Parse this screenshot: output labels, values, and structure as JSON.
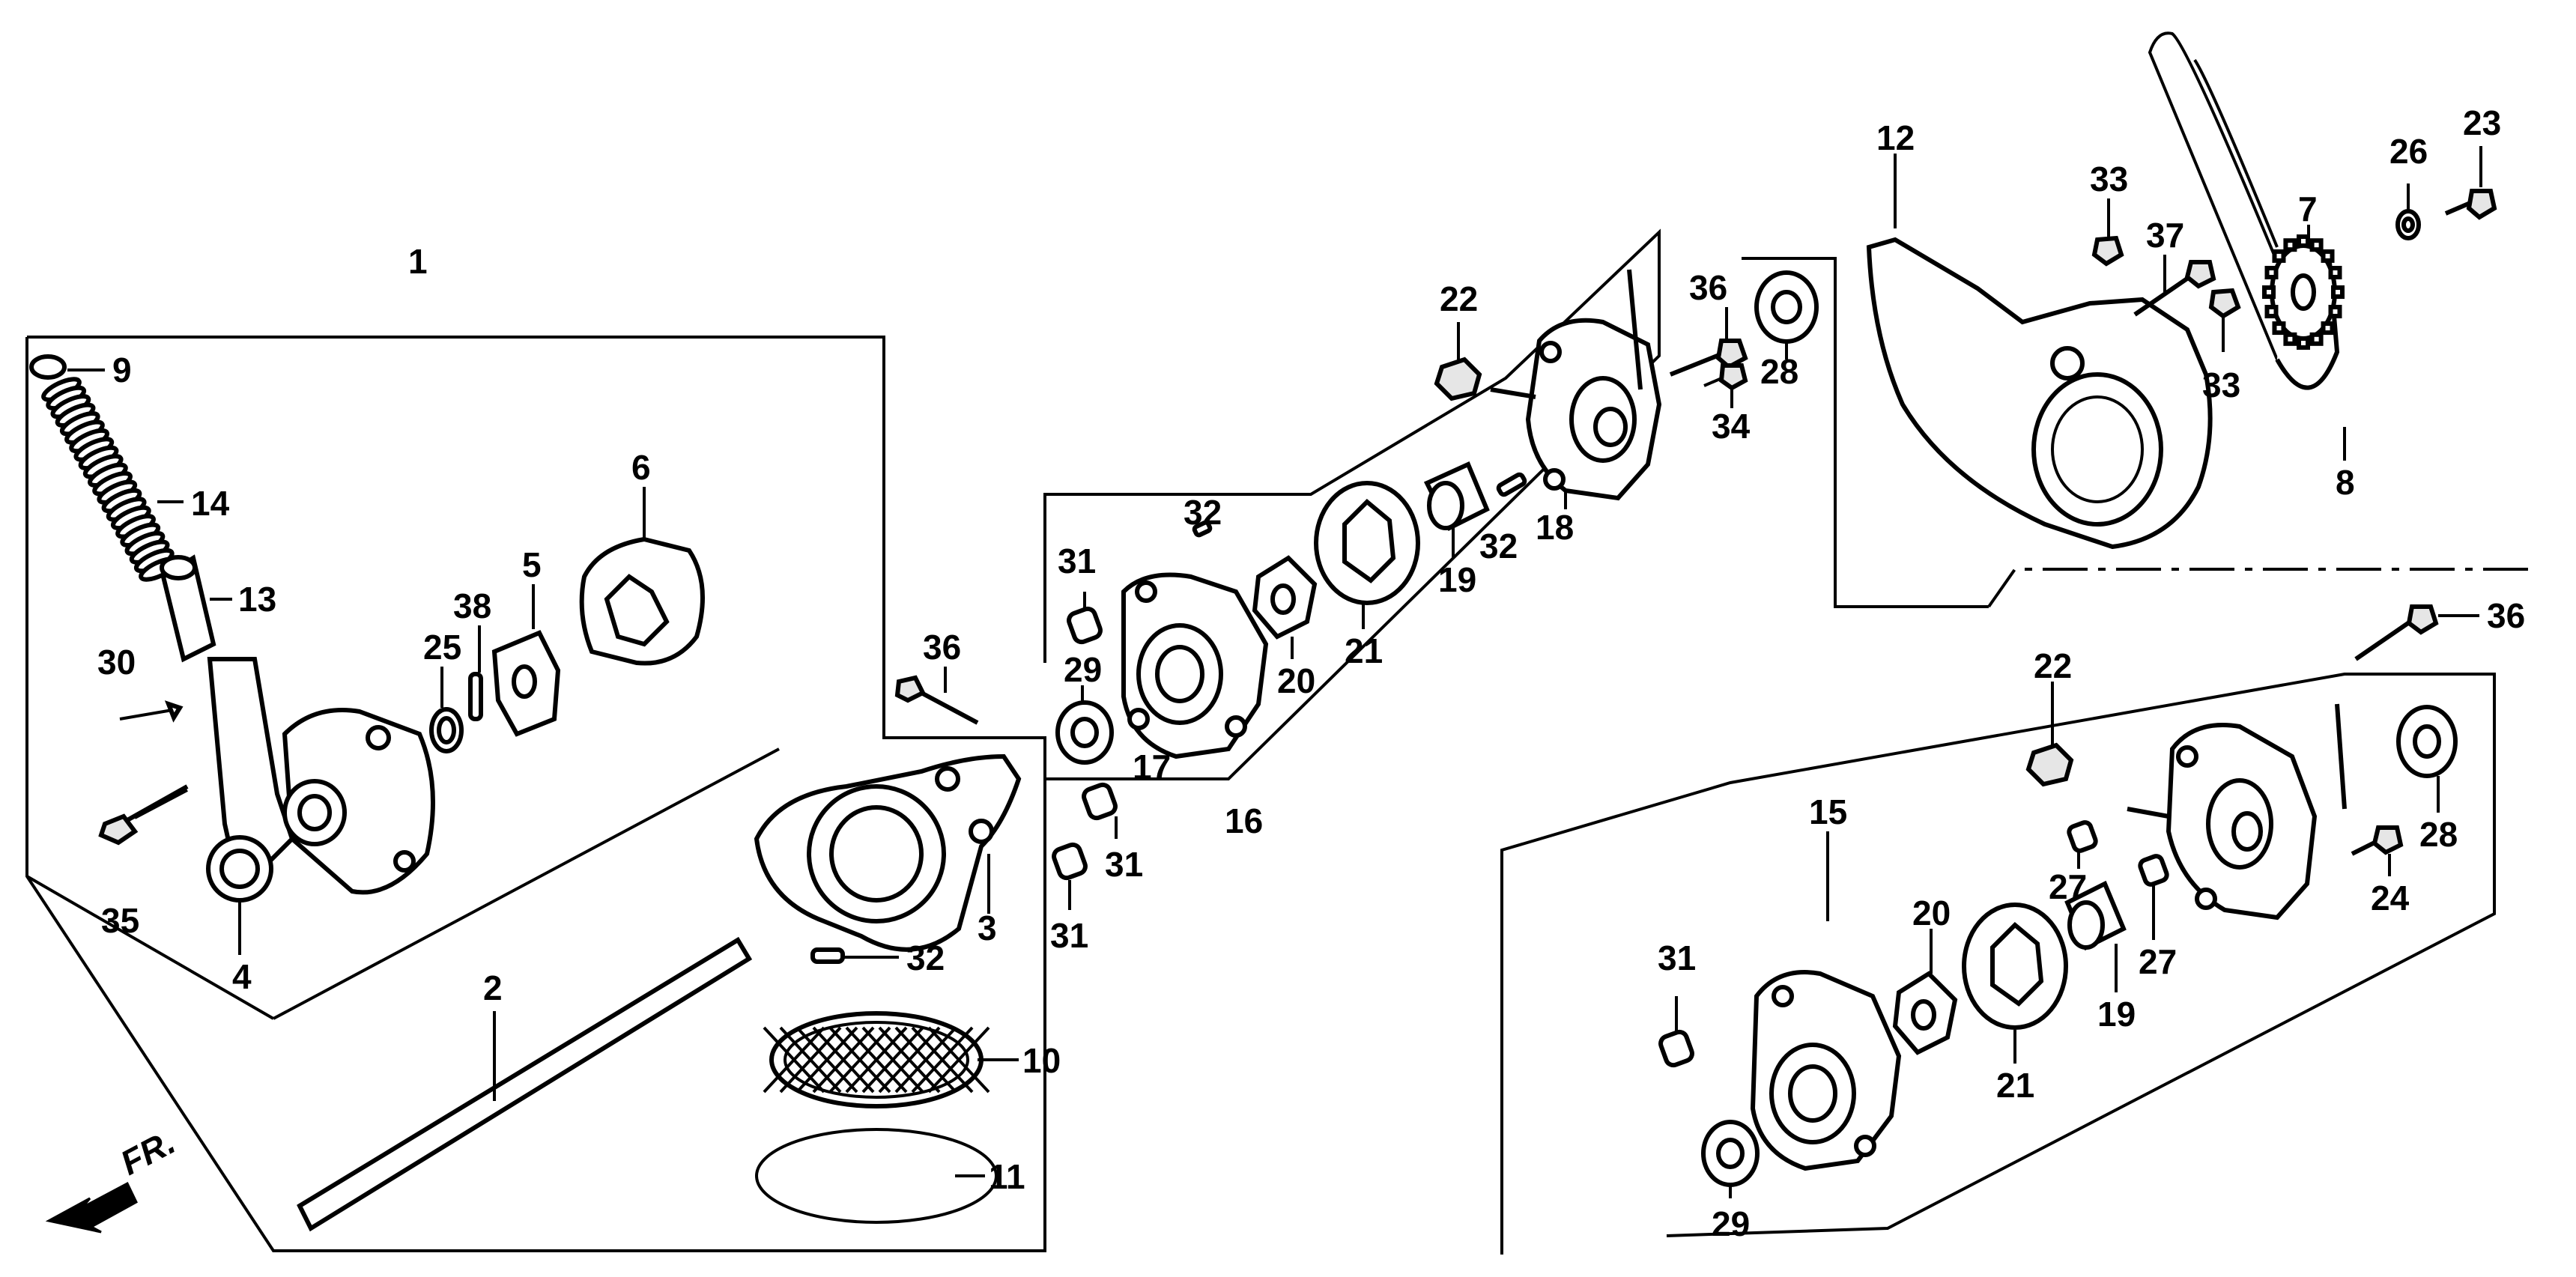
{
  "front_indicator": "FR.",
  "labels": {
    "p1": "1",
    "p2": "2",
    "p3": "3",
    "p4": "4",
    "p5": "5",
    "p6": "6",
    "p7": "7",
    "p8": "8",
    "p9": "9",
    "p10": "10",
    "p11": "11",
    "p12": "12",
    "p13": "13",
    "p14": "14",
    "p15": "15",
    "p16": "16",
    "p17": "17",
    "p18": "18",
    "p19a": "19",
    "p19b": "19",
    "p20a": "20",
    "p20b": "20",
    "p21a": "21",
    "p21b": "21",
    "p22a": "22",
    "p22b": "22",
    "p23": "23",
    "p24": "24",
    "p25": "25",
    "p26": "26",
    "p27a": "27",
    "p27b": "27",
    "p28a": "28",
    "p28b": "28",
    "p29a": "29",
    "p29b": "29",
    "p30": "30",
    "p31a": "31",
    "p31b": "31",
    "p31c": "31",
    "p31d": "31",
    "p32a": "32",
    "p32b": "32",
    "p32c": "32",
    "p33a": "33",
    "p33b": "33",
    "p34": "34",
    "p35": "35",
    "p36a": "36",
    "p36b": "36",
    "p36c": "36",
    "p37": "37",
    "p38": "38"
  }
}
